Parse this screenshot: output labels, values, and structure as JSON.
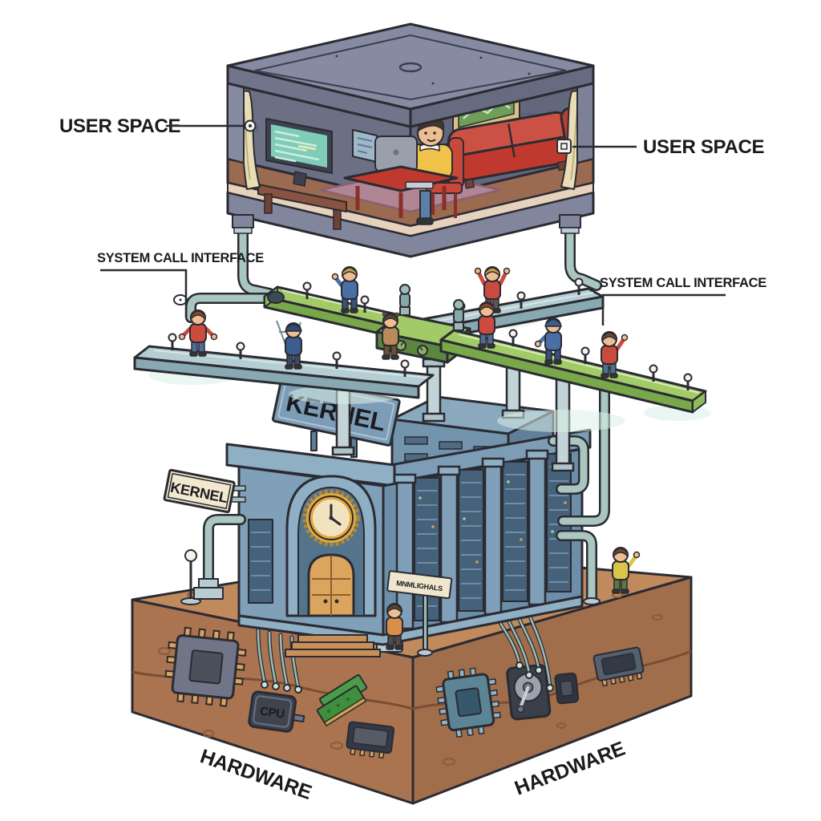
{
  "labels": {
    "user_space_left": "USER SPACE",
    "user_space_right": "USER SPACE",
    "system_call_interface_left": "SYSTEM CALL INTERFACE",
    "system_call_interface_right": "SYSTEM CALL INTERFACE",
    "kernel_rooftop_sign": "KERNEL",
    "kernel_side_sign": "KERNEL",
    "kernel_post_sign": "MNMLIGHALS",
    "cpu_chip": "CPU",
    "hardware_left": "HARDWARE",
    "hardware_right": "HARDWARE"
  },
  "layers": [
    {
      "id": "user-space",
      "label": "USER SPACE"
    },
    {
      "id": "system-call-interface",
      "label": "SYSTEM CALL INTERFACE"
    },
    {
      "id": "kernel",
      "label": "KERNEL"
    },
    {
      "id": "hardware",
      "label": "HARDWARE"
    }
  ],
  "palette": {
    "background": "#ffffff",
    "room_shell": "#868ba2",
    "room_wall": "#6b7084",
    "room_floor": "#9a6b50",
    "rug": "#b08594",
    "couch_red": "#cc5145",
    "shirt_yellow": "#f0c24a",
    "monitor_screen": "#7fccb9",
    "curtain_cream": "#e8ddb5",
    "walkway_green": "#a2ca67",
    "walkway_blue": "#b5ced4",
    "pipe_teal": "#a9c7c0",
    "kernel_building": "#7fa0b8",
    "kernel_building_dark": "#6d8ea8",
    "sign_cream": "#f2e8cf",
    "clock_gold": "#e0a93f",
    "door_wood": "#dba55e",
    "ground_top": "#c08a5c",
    "ground_left": "#aa7450",
    "ground_right": "#a06e4b",
    "chip_dark": "#3f434d",
    "ram_green": "#3f8f3f",
    "label_ink": "#1b1b1f"
  }
}
